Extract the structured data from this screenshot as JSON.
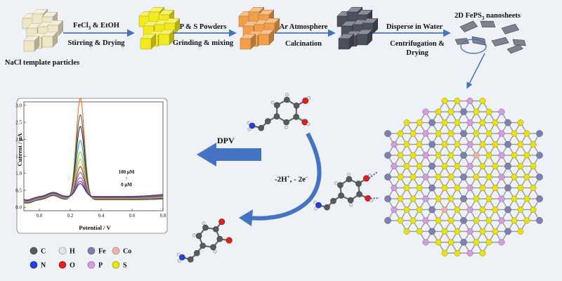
{
  "synthesis": {
    "template_label": "NaCl template particles",
    "step1_top": "FeCl",
    "step1_sub": "3",
    "step1_top_rest": " & EtOH",
    "step1_bottom": "Stirring & Drying",
    "step2_top": "P & S Powders",
    "step2_bottom": "Grinding & mixing",
    "step3_top": "Ar Atmosphere",
    "step3_bottom": "Calcination",
    "step4_top": "Disperse in Water",
    "step4_bottom_1": "Centrifugation &",
    "step4_bottom_2": "Drying",
    "product_label": "2D FePS",
    "product_sub": "3",
    "product_label_rest": " nanosheets"
  },
  "colors": {
    "template": "#efe6c6",
    "yellow": "#f2ea1c",
    "orange": "#f0a04a",
    "gray": "#4c5160",
    "arrow": "#4473c4",
    "C": "#5a5a5a",
    "H": "#d8d8d8",
    "Fe": "#7f7fb0",
    "Co": "#f3b1a9",
    "N": "#2440e0",
    "O": "#e02020",
    "P": "#d69be0",
    "S": "#e8e40a"
  },
  "reaction": {
    "method": "DPV",
    "electrons": "-2H",
    "electrons_mid": "+",
    "electrons_rest": ", - 2e",
    "electrons_end": "-"
  },
  "legend": {
    "items": [
      {
        "symbol": "C",
        "color": "#5a5a5a"
      },
      {
        "symbol": "H",
        "color": "#e4e4e4"
      },
      {
        "symbol": "Fe",
        "color": "#7f7fb0"
      },
      {
        "symbol": "Co",
        "color": "#f3b1a9"
      },
      {
        "symbol": "N",
        "color": "#2440e0"
      },
      {
        "symbol": "O",
        "color": "#e02020"
      },
      {
        "symbol": "P",
        "color": "#d69be0"
      },
      {
        "symbol": "S",
        "color": "#e8e40a"
      }
    ]
  },
  "chart_data": {
    "type": "line",
    "xlabel": "Potential / V",
    "ylabel": "Current / μA",
    "xlim": [
      -0.1,
      0.8
    ],
    "ylim": [
      -0.1,
      3.1
    ],
    "xticks": [
      "0.0",
      "0.2",
      "0.4",
      "0.6",
      "0.8"
    ],
    "yticks": [
      "0.0",
      "0.5",
      "1.0",
      "1.5",
      "2.0",
      "2.5",
      "3.0"
    ],
    "annotation_top": "100 μM",
    "annotation_arrow": "↑",
    "annotation_bottom": "0 μM",
    "peak_potential": 0.265,
    "series": [
      {
        "peak": 3.0,
        "color": "#e8721c"
      },
      {
        "peak": 2.5,
        "color": "#5a5a5a"
      },
      {
        "peak": 2.15,
        "color": "#3a3a3a"
      },
      {
        "peak": 1.72,
        "color": "#1aa6d8"
      },
      {
        "peak": 1.38,
        "color": "#9ccc2c"
      },
      {
        "peak": 1.15,
        "color": "#f0a030"
      },
      {
        "peak": 0.92,
        "color": "#c03030"
      },
      {
        "peak": 0.74,
        "color": "#4a70c8"
      },
      {
        "peak": 0.58,
        "color": "#d040b0"
      },
      {
        "peak": 0.46,
        "color": "#7048b8"
      },
      {
        "peak": 0.38,
        "color": "#2a3a7a"
      }
    ]
  }
}
